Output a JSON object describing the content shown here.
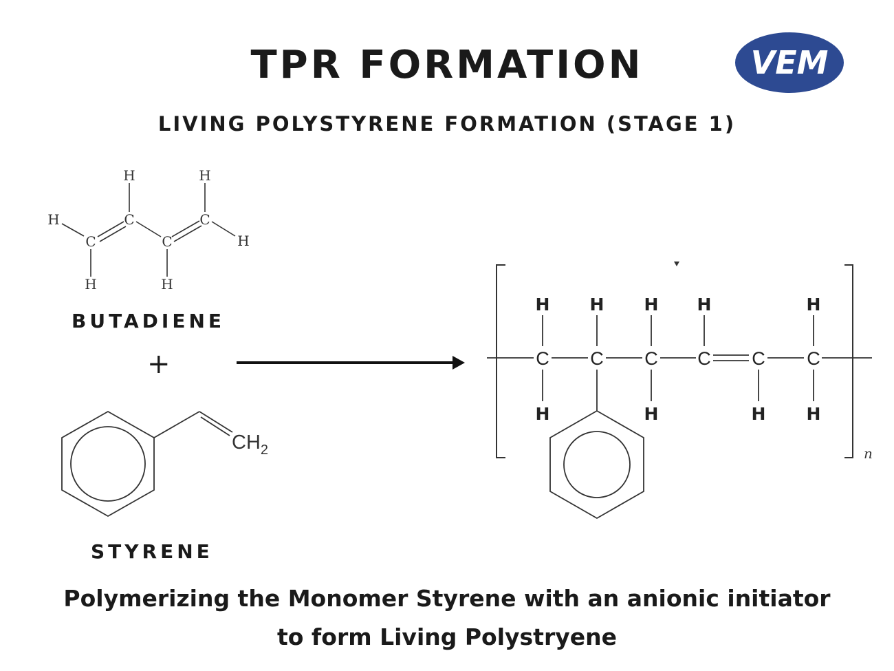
{
  "header": {
    "title": "TPR FORMATION",
    "subtitle": "LIVING POLYSTYRENE FORMATION (STAGE 1)",
    "logo_text": "VEM",
    "logo_color": "#2d4a92"
  },
  "reactants": {
    "butadiene": {
      "label": "BUTADIENE",
      "atoms": {
        "carbon": "C",
        "hydrogen": "H"
      }
    },
    "operator": "+",
    "styrene": {
      "label": "STYRENE",
      "group": "CH",
      "group_subscript": "2"
    }
  },
  "product": {
    "atoms": {
      "carbon": "C",
      "hydrogen": "H"
    },
    "repeat_subscript": "n"
  },
  "caption": {
    "line1": "Polymerizing the Monomer Styrene with an anionic initiator",
    "line2": "to form Living Polystryene"
  }
}
